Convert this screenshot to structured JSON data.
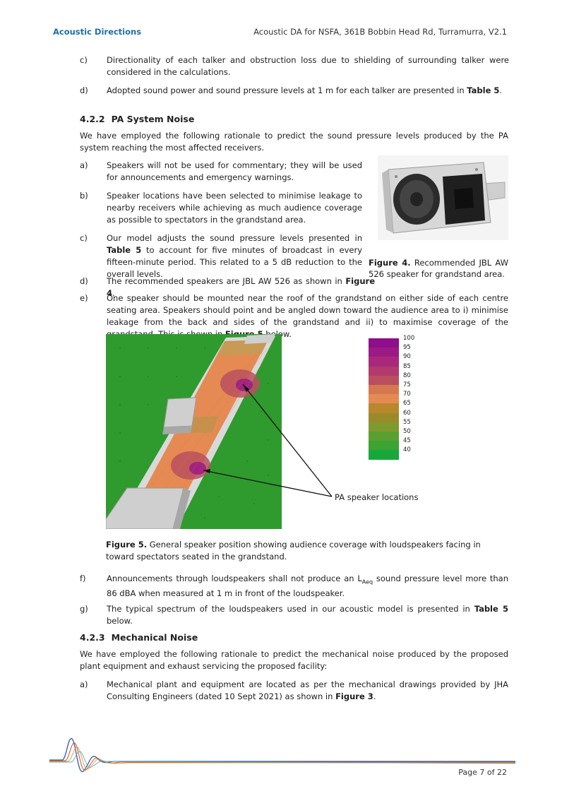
{
  "header": {
    "brand": "Acoustic Directions",
    "title": "Acoustic DA for NSFA, 361B Bobbin Head Rd, Turramurra, V2.1"
  },
  "intro_items": [
    {
      "label": "c)",
      "text": "Directionality of each talker and obstruction loss due to shielding of surrounding talker were considered in the calculations."
    },
    {
      "label": "d)",
      "text_before": "Adopted sound power and sound pressure levels at 1 m for each talker are presented in ",
      "ref": "Table 5",
      "text_after": "."
    }
  ],
  "section_pa": {
    "number": "4.2.2",
    "title": "PA System Noise",
    "intro": "We have employed the following rationale to predict the sound pressure levels produced by the PA system reaching the most affected receivers.",
    "items": [
      {
        "label": "a)",
        "text": "Speakers will not be used for commentary; they will be used for announcements and emergency warnings."
      },
      {
        "label": "b)",
        "text": "Speaker locations have been selected to minimise leakage to nearby receivers while achieving as much audience coverage as possible to spectators in the grandstand area."
      },
      {
        "label": "c)",
        "text_before": "Our model adjusts the sound pressure levels presented in ",
        "ref": "Table 5",
        "text_after": " to account for five minutes of broadcast in every fifteen-minute period. This related to a 5 dB reduction to the overall levels."
      },
      {
        "label": "d)",
        "text_before": "The recommended speakers are JBL AW 526 as shown in ",
        "ref": "Figure 4",
        "text_after": "."
      },
      {
        "label": "e)",
        "text_before": "One speaker should be mounted near the roof of the grandstand on either side of each centre seating area. Speakers should point and be angled down toward the audience area to i) minimise leakage from the back and sides of the grandstand and ii) to maximise coverage of the grandstand. This is shown in ",
        "ref": "Figure 5",
        "text_after": " below."
      }
    ],
    "figure4": {
      "label": "Figure 4.",
      "caption": " Recommended JBL AW 526 speaker for grandstand area."
    },
    "figure5": {
      "label": "Figure 5.",
      "caption": " General speaker position showing audience coverage with loudspeakers facing in toward spectators seated in the grandstand.",
      "callout": "PA speaker locations"
    },
    "legend": {
      "levels": [
        "100",
        "95",
        "90",
        "85",
        "80",
        "75",
        "70",
        "65",
        "60",
        "55",
        "50",
        "45",
        "40"
      ],
      "colors": [
        "#8e0e8c",
        "#9c1a84",
        "#a8297a",
        "#b23a6c",
        "#bb4f5e",
        "#d5784f",
        "#e58a52",
        "#b8882c",
        "#9a8a2a",
        "#7e9a2e",
        "#5aa030",
        "#3ba433",
        "#17a83a"
      ]
    },
    "items_after": [
      {
        "label": "f)",
        "text_before": "Announcements through loudspeakers shall not produce an L",
        "sub": "Aeq",
        "text_after": " sound pressure level more than 86 dBA when measured at 1 m in front of the loudspeaker."
      },
      {
        "label": "g)",
        "text_before": "The typical spectrum of the loudspeakers used in our acoustic model is presented in ",
        "ref": "Table 5",
        "text_after": " below."
      }
    ]
  },
  "section_mech": {
    "number": "4.2.3",
    "title": "Mechanical Noise",
    "intro": "We have employed the following rationale to predict the mechanical noise produced by the proposed plant equipment and exhaust servicing the proposed facility:",
    "items": [
      {
        "label": "a)",
        "text_before": "Mechanical plant and equipment are located as per the mechanical drawings provided by JHA Consulting Engineers (dated 10 Sept 2021) as shown in ",
        "ref": "Figure 3",
        "text_after": "."
      }
    ]
  },
  "footer": {
    "page": "Page 7 of 22"
  }
}
